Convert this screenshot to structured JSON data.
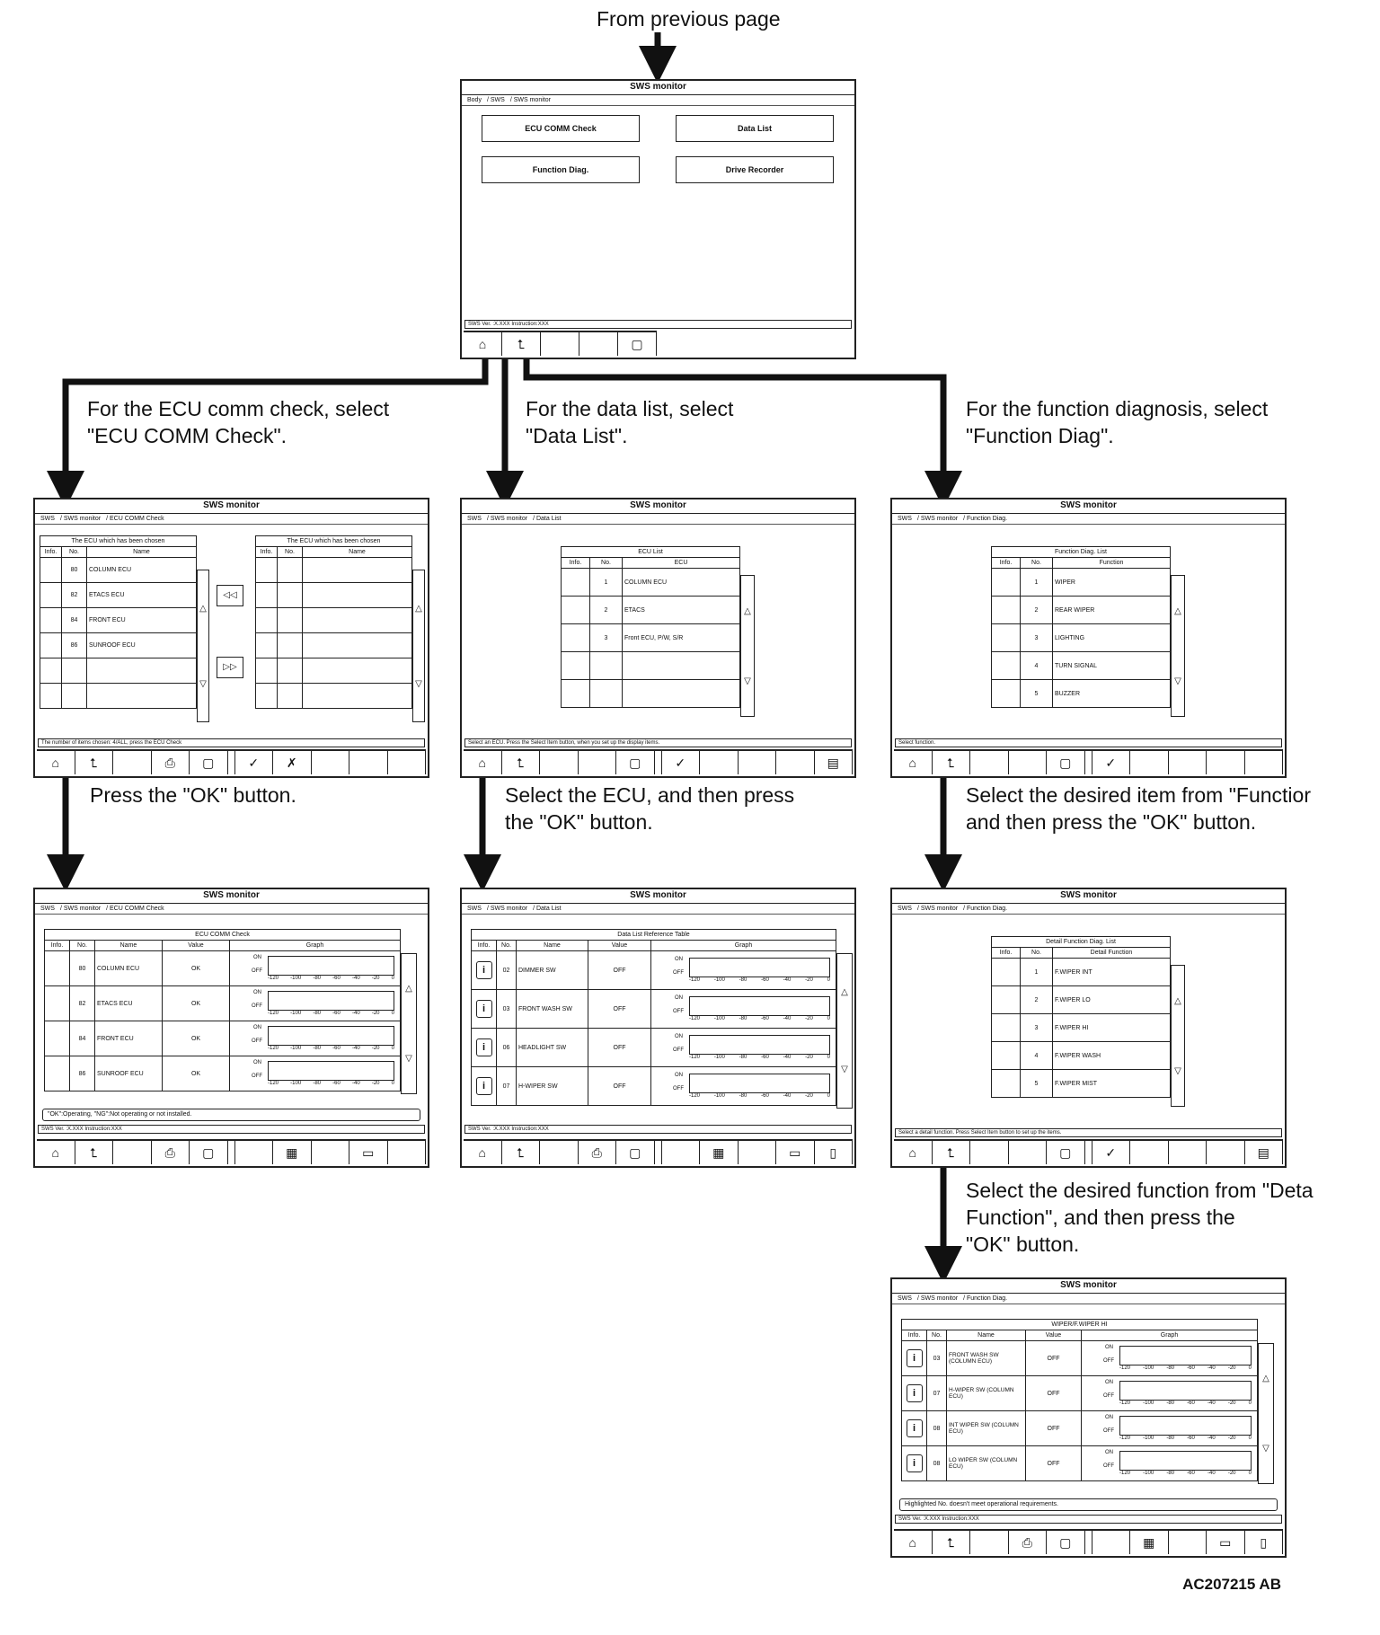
{
  "from_label": "From previous page",
  "figure_code": "AC207215 AB",
  "title": "SWS monitor",
  "captions": {
    "ecu_comm": "For the ECU comm check, select\n\"ECU COMM Check\".",
    "data_list": "For the data list, select\n\"Data List\".",
    "function_diag": "For the function diagnosis, select\n\"Function Diag\".",
    "press_ok": "Press the \"OK\" button.",
    "select_ecu": "Select the ECU, and then press\nthe \"OK\" button.",
    "select_item": "Select the desired item from \"Functior\nand then press the \"OK\" button.",
    "select_function": "Select the desired function from \"Deta\nFunction\", and then press the\n\"OK\" button."
  },
  "main_menu": {
    "crumbs": [
      "Body",
      "SWS",
      "SWS monitor"
    ],
    "buttons": [
      "ECU COMM Check",
      "Data List",
      "Function Diag.",
      "Drive Recorder"
    ],
    "status": "SWS Ver. :X.XXX Instruction:XXX"
  },
  "ecu_check": {
    "crumbs": [
      "SWS",
      "SWS monitor",
      "ECU COMM Check"
    ],
    "left_title": "The ECU which has been chosen",
    "right_title": "The ECU which has been chosen",
    "headers": [
      "Info.",
      "No.",
      "Name"
    ],
    "rows": [
      [
        "",
        "80",
        "COLUMN ECU"
      ],
      [
        "",
        "82",
        "ETACS ECU"
      ],
      [
        "",
        "84",
        "FRONT ECU"
      ],
      [
        "",
        "86",
        "SUNROOF ECU"
      ]
    ],
    "status": "The number of items chosen: 4/ALL, press the ECU Check"
  },
  "ecu_result": {
    "crumbs": [
      "SWS",
      "SWS monitor",
      "ECU COMM Check"
    ],
    "table_title": "ECU COMM Check",
    "headers": [
      "Info.",
      "No.",
      "Name",
      "Value",
      "Graph"
    ],
    "rows": [
      [
        "80",
        "COLUMN ECU",
        "OK"
      ],
      [
        "82",
        "ETACS ECU",
        "OK"
      ],
      [
        "84",
        "FRONT ECU",
        "OK"
      ],
      [
        "86",
        "SUNROOF ECU",
        "OK"
      ]
    ],
    "note": "\"OK\":Operating, \"NG\":Not operating or not installed.",
    "status": "SWS Ver. :X.XXX Instruction:XXX"
  },
  "data_list": {
    "crumbs": [
      "SWS",
      "SWS monitor",
      "Data List"
    ],
    "table_title": "ECU List",
    "headers": [
      "Info.",
      "No.",
      "ECU"
    ],
    "rows": [
      [
        "1",
        "COLUMN ECU"
      ],
      [
        "2",
        "ETACS"
      ],
      [
        "3",
        "Front ECU, P/W, S/R"
      ]
    ],
    "status": "Select an ECU. Press the Select Item button, when you set up the display items."
  },
  "data_ref": {
    "crumbs": [
      "SWS",
      "SWS monitor",
      "Data List"
    ],
    "table_title": "Data List Reference Table",
    "headers": [
      "Info.",
      "No.",
      "Name",
      "Value",
      "Graph"
    ],
    "rows": [
      [
        "02",
        "DIMMER SW",
        "OFF"
      ],
      [
        "03",
        "FRONT WASH SW",
        "OFF"
      ],
      [
        "06",
        "HEADLIGHT SW",
        "OFF"
      ],
      [
        "07",
        "H-WIPER SW",
        "OFF"
      ]
    ],
    "status": "SWS Ver. :X.XXX Instruction:XXX"
  },
  "func_list": {
    "crumbs": [
      "SWS",
      "SWS monitor",
      "Function Diag."
    ],
    "table_title": "Function Diag. List",
    "headers": [
      "Info.",
      "No.",
      "Function"
    ],
    "rows": [
      [
        "1",
        "WIPER"
      ],
      [
        "2",
        "REAR WIPER"
      ],
      [
        "3",
        "LIGHTING"
      ],
      [
        "4",
        "TURN SIGNAL"
      ],
      [
        "5",
        "BUZZER"
      ]
    ],
    "status": "Select function."
  },
  "func_detail": {
    "crumbs": [
      "SWS",
      "SWS monitor",
      "Function Diag."
    ],
    "table_title": "Detail Function Diag. List",
    "headers": [
      "Info.",
      "No.",
      "Detail Function"
    ],
    "rows": [
      [
        "1",
        "F.WIPER INT"
      ],
      [
        "2",
        "F.WIPER LO"
      ],
      [
        "3",
        "F.WIPER HI"
      ],
      [
        "4",
        "F.WIPER WASH"
      ],
      [
        "5",
        "F.WIPER MIST"
      ]
    ],
    "status": "Select a detail function. Press Select Item button to set up the items."
  },
  "func_result": {
    "crumbs": [
      "SWS",
      "SWS monitor",
      "Function Diag."
    ],
    "table_title": "WIPER/F.WIPER HI",
    "headers": [
      "Info.",
      "No.",
      "Name",
      "Value",
      "Graph"
    ],
    "rows": [
      [
        "03",
        "FRONT WASH SW (COLUMN ECU)",
        "OFF"
      ],
      [
        "07",
        "H-WIPER SW (COLUMN ECU)",
        "OFF"
      ],
      [
        "08",
        "INT WIPER SW (COLUMN ECU)",
        "OFF"
      ],
      [
        "08",
        "LO WIPER SW (COLUMN ECU)",
        "OFF"
      ]
    ],
    "note": "Highlighted No. doesn't meet operational requirements.",
    "status": "SWS Ver. :X.XXX Instruction:XXX"
  },
  "graph": {
    "on": "ON",
    "off": "OFF",
    "ticks": [
      "-120",
      "-100",
      "-80",
      "-60",
      "-40",
      "-20",
      "0"
    ]
  },
  "icons": {
    "home": "home-icon",
    "back": "back-icon",
    "print": "print-icon",
    "copy": "copy-icon",
    "ok": "check-icon",
    "cancel": "cancel-icon",
    "list": "list-icon",
    "display": "display-icon",
    "pane": "pane-icon",
    "up": "up-triangle-icon",
    "down": "down-triangle-icon",
    "info": "info-icon",
    "rewind": "rewind-icon",
    "forward": "forward-icon"
  }
}
